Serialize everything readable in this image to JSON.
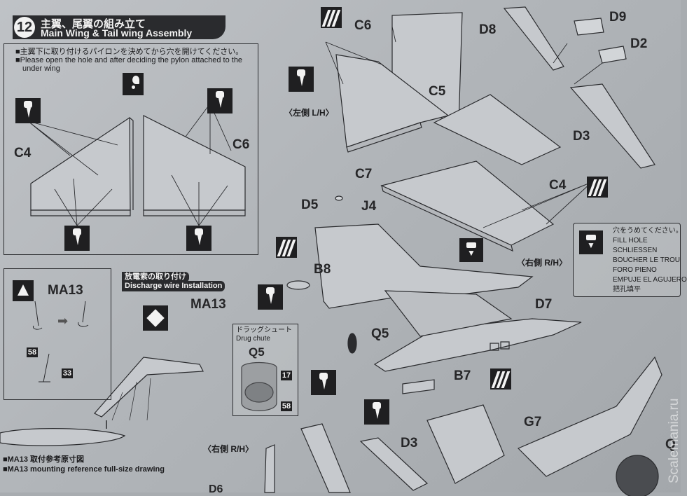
{
  "step": {
    "number": "12",
    "title_jp": "主翼、尾翼の組み立て",
    "title_en": "Main Wing & Tail wing Assembly"
  },
  "pylon_note": {
    "jp": "■主翼下に取り付けるパイロンを決めてから穴を開けてください。",
    "en_line1": "■Please open the hole and after deciding the pylon attached to the",
    "en_line2": "under wing"
  },
  "labels": {
    "c4_left": "C4",
    "c6_left": "C6",
    "c6_top": "C6",
    "c5": "C5",
    "c7": "C7",
    "c4_right": "C4",
    "d8": "D8",
    "d9": "D9",
    "d2": "D2",
    "d3_top": "D3",
    "d5": "D5",
    "j4": "J4",
    "b8": "B8",
    "d7": "D7",
    "q5_top": "Q5",
    "b7": "B7",
    "g7": "G7",
    "d3_bottom": "D3",
    "q_right": "Q",
    "d6_bottom": "D6",
    "ma13_a": "MA13",
    "ma13_b": "MA13",
    "q5_box": "Q5"
  },
  "sides": {
    "left_jp_lh": "〈左側 L/H〉",
    "right_jp_rh": "〈右側 R/H〉",
    "right_bottom": "〈右側 R/H〉"
  },
  "discharge": {
    "jp": "放電索の取り付け",
    "en": "Discharge wire Installation"
  },
  "drag_chute": {
    "jp": "ドラッグシュート",
    "en": "Drug chute"
  },
  "part_numbers": {
    "n58_a": "58",
    "n33": "33",
    "n17": "17",
    "n58_b": "58"
  },
  "fill_hole": {
    "jp": "穴をうめてください。",
    "en": "FILL HOLE",
    "de": "SCHLIESSEN",
    "fr": "BOUCHER LE TROU",
    "it": "FORO PIENO",
    "es": "EMPUJE EL AGUJERO",
    "cn": "把孔填平"
  },
  "ma13_ref": {
    "jp": "■MA13 取付参考原寸図",
    "en": "■MA13 mounting reference full-size drawing"
  },
  "watermark": "Scalemania.ru",
  "colors": {
    "paper": "#b5b9bd",
    "ink": "#2a2b2e",
    "label": "#262628"
  }
}
